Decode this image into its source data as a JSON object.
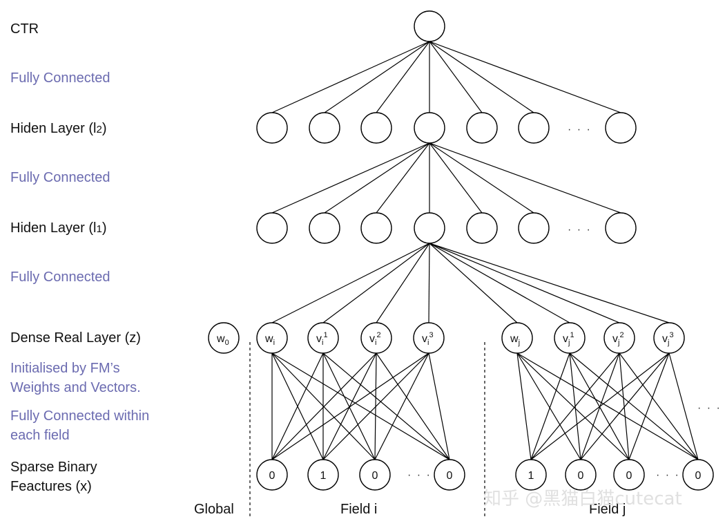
{
  "labels": {
    "ctr": "CTR",
    "fc1": "Fully Connected",
    "hidden2": "Hiden Layer (l2)",
    "fc2": "Fully Connected",
    "hidden1": "Hiden Layer (l1)",
    "fc3": "Fully Connected",
    "dense": "Dense Real Layer (z)",
    "init_line1": "Initialised by FM’s",
    "init_line2": "Weights and Vectors.",
    "fcfield_line1": "Fully Connected within",
    "fcfield_line2": "each field",
    "sparse_line1": "Sparse Binary",
    "sparse_line2": "Feactures (x)"
  },
  "regions": {
    "global": "Global",
    "field_i": "Field i",
    "field_j": "Field j"
  },
  "dense_nodes": {
    "w0": "W0",
    "wi": "Wi",
    "vi1": "Vi1",
    "vi2": "Vi2",
    "vi3": "Vi3",
    "wj": "Wj",
    "vj1": "Vj1",
    "vj2": "Vj2",
    "vj3": "Vj3"
  },
  "sparse_field_i": [
    "0",
    "1",
    "0",
    "0"
  ],
  "sparse_field_j": [
    "1",
    "0",
    "0",
    "0"
  ],
  "ellipsis": "· · ·",
  "watermark": "知乎 @黑猫白猫cutecat"
}
